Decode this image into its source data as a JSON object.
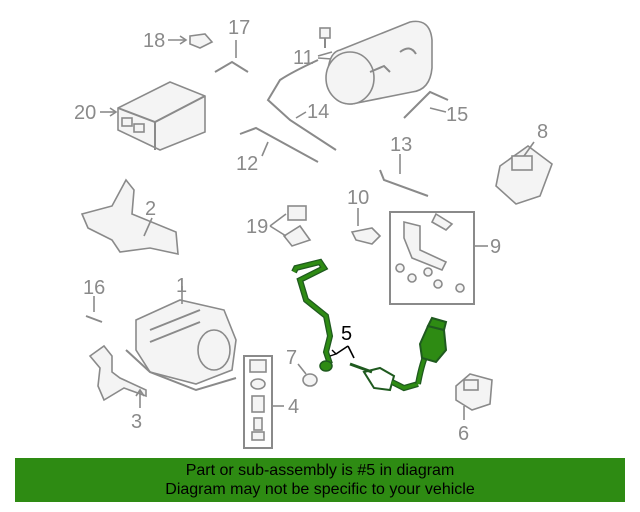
{
  "callouts": {
    "n1": "1",
    "n2": "2",
    "n3": "3",
    "n4": "4",
    "n5": "5",
    "n6": "6",
    "n7": "7",
    "n8": "8",
    "n9": "9",
    "n10": "10",
    "n11": "11",
    "n12": "12",
    "n13": "13",
    "n14": "14",
    "n15": "15",
    "n16": "16",
    "n17": "17",
    "n18": "18",
    "n19": "19",
    "n20": "20"
  },
  "highlight_part": "5",
  "banner": {
    "line1": "Part or sub-assembly is #5 in diagram",
    "line2": "Diagram may not be specific to your vehicle"
  },
  "colors": {
    "highlight": "#2e8b13",
    "part_line": "#8a8a8a",
    "banner_bg": "#2e8b13"
  }
}
